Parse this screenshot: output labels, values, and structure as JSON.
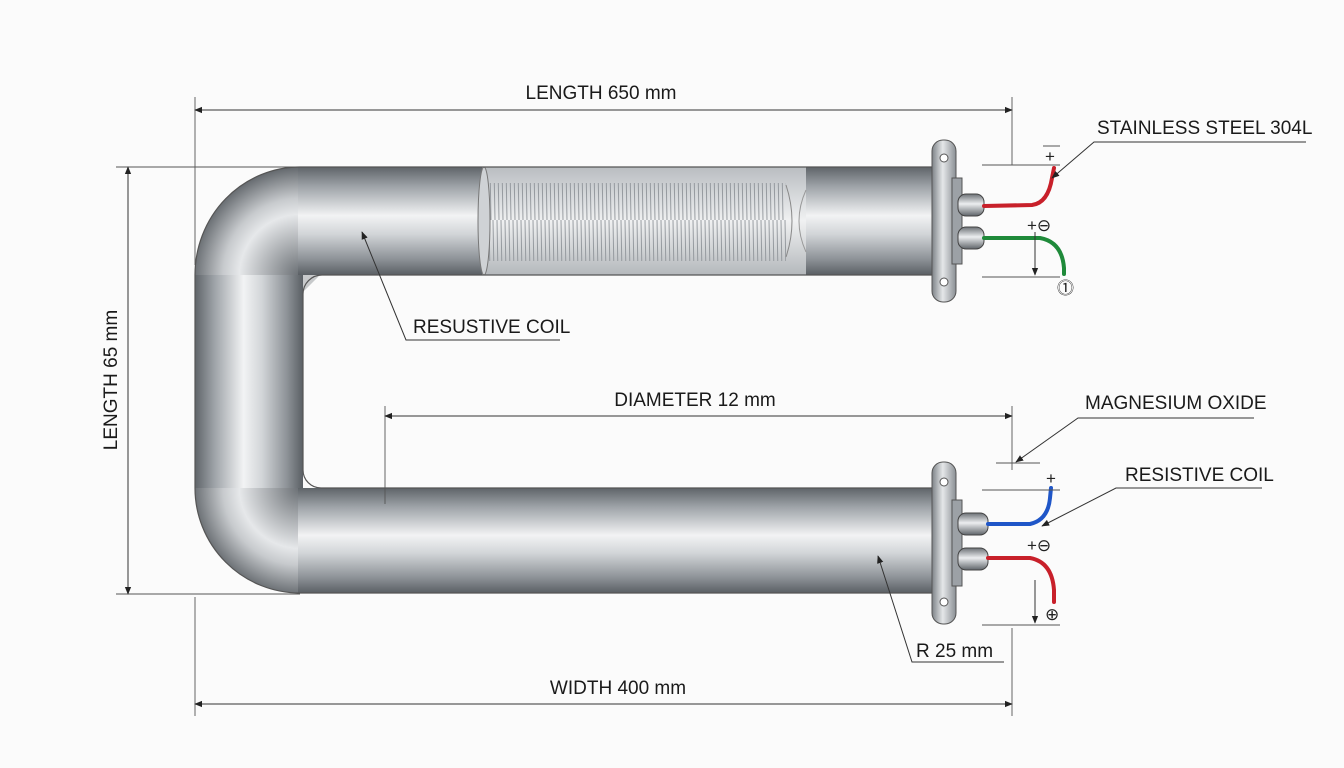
{
  "labels": {
    "length_top": "LENGTH 650 mm",
    "length_side": "LENGTH 65 mm",
    "diameter": "DIAMETER 12 mm",
    "width": "WIDTH 400 mm",
    "radius": "R 25 mm",
    "resistive_coil_left": "RESUSTIVE COIL",
    "resistive_coil_right": "RESISTIVE COIL",
    "stainless": "STAINLESS STEEL 304L",
    "magnesium": "MAGNESIUM OXIDE"
  },
  "terminals": {
    "top_plus": "+",
    "top_plusminus": "+⊖",
    "top_circle": "⓵",
    "bottom_plus": "+",
    "bottom_plusminus": "+⊖",
    "bottom_circleplus": "⊕"
  },
  "colors": {
    "wire_red": "#c8202a",
    "wire_green": "#1f8a3a",
    "wire_blue": "#1f56c8",
    "steel_dark": "#6e7378",
    "steel_light": "#f4f5f6"
  }
}
